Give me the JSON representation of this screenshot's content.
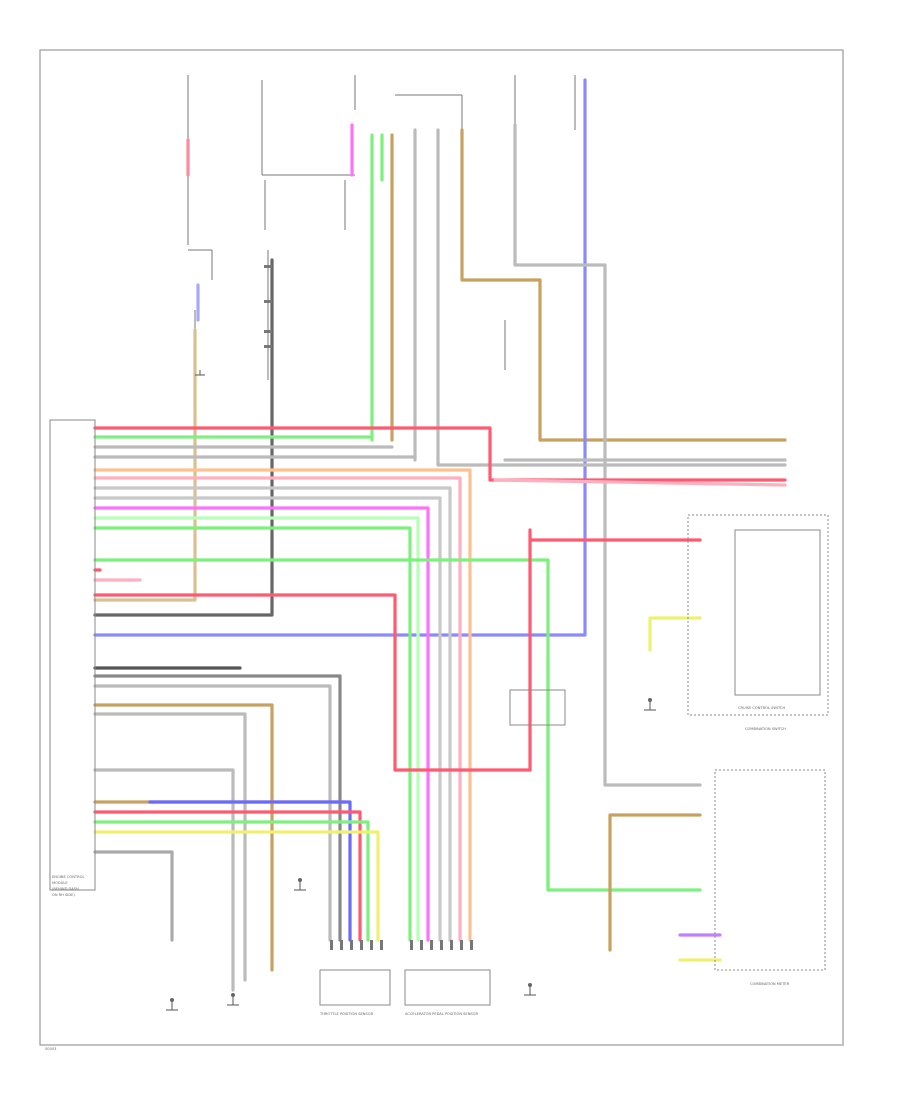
{
  "image": {
    "bg": "#ffffff"
  },
  "colors": {
    "red": "#ff5a70",
    "pink": "#ffb0c0",
    "green": "#7df07d",
    "lightgreen": "#b8ffb8",
    "blue": "#6a6aff",
    "lightblue": "#a8a8ff",
    "tan": "#c8a060",
    "orange": "#ffc090",
    "gray": "#aaaaaa",
    "darkgray": "#555555",
    "magenta": "#ff50ff",
    "yellow": "#f0f070",
    "lightgray": "#cccccc",
    "violet": "#c080ff",
    "lightorange": "#ffd8b0"
  },
  "labels": {
    "ecm_title_1": "ENGINE CONTROL",
    "ecm_title_2": "MODULE",
    "ecm_title_3": "(BEHIND DASH",
    "ecm_title_4": "ON RH SIDE)",
    "cruise_switch": "CRUISE CONTROL SWITCH",
    "combination_switch": "COMBINATION SWITCH",
    "combination_meter": "COMBINATION METER",
    "throttle_sensor": "THROTTLE POSITION SENSOR",
    "accel_sensor": "ACCELERATOR PEDAL POSITION SENSOR",
    "footer": "S0003"
  }
}
